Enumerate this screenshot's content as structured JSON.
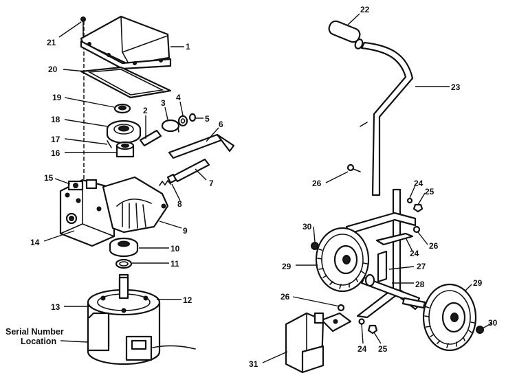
{
  "callouts": {
    "c1": "1",
    "c2": "2",
    "c3": "3",
    "c4": "4",
    "c5": "5",
    "c6": "6",
    "c7": "7",
    "c8": "8",
    "c9": "9",
    "c10": "10",
    "c11": "11",
    "c12": "12",
    "c13": "13",
    "c14": "14",
    "c15": "15",
    "c16": "16",
    "c17": "17",
    "c18": "18",
    "c19": "19",
    "c20": "20",
    "c21": "21",
    "c22": "22",
    "c23": "23",
    "c24": "24",
    "c25": "25",
    "c26": "26",
    "c27": "27",
    "c28": "28",
    "c29": "29",
    "c30": "30",
    "c31": "31"
  },
  "serial_number": {
    "line1": "Serial Number",
    "line2": "Location"
  }
}
